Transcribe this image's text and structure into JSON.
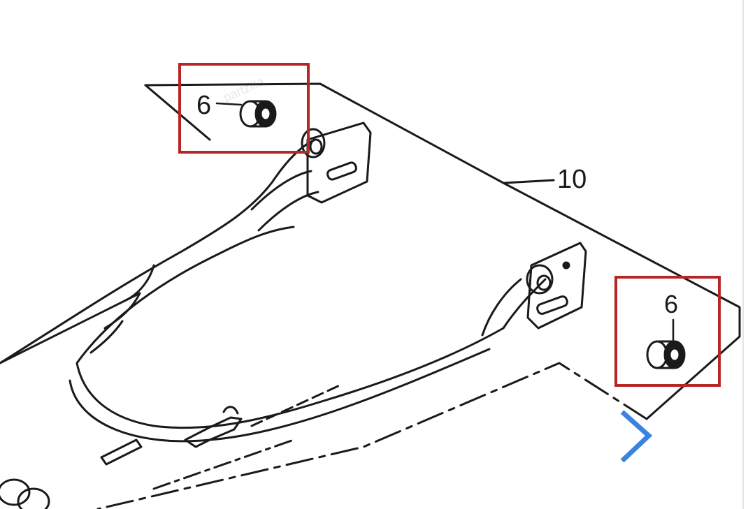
{
  "diagram": {
    "callouts": {
      "bushing_upper": "6",
      "bushing_lower": "6",
      "swingarm": "10"
    },
    "watermark": "partzilla"
  },
  "colors": {
    "highlight": "#b62626",
    "arrow": "#3b83e0",
    "line": "#1a1a1a"
  },
  "controls": {
    "next_icon": "chevron-right-icon"
  }
}
